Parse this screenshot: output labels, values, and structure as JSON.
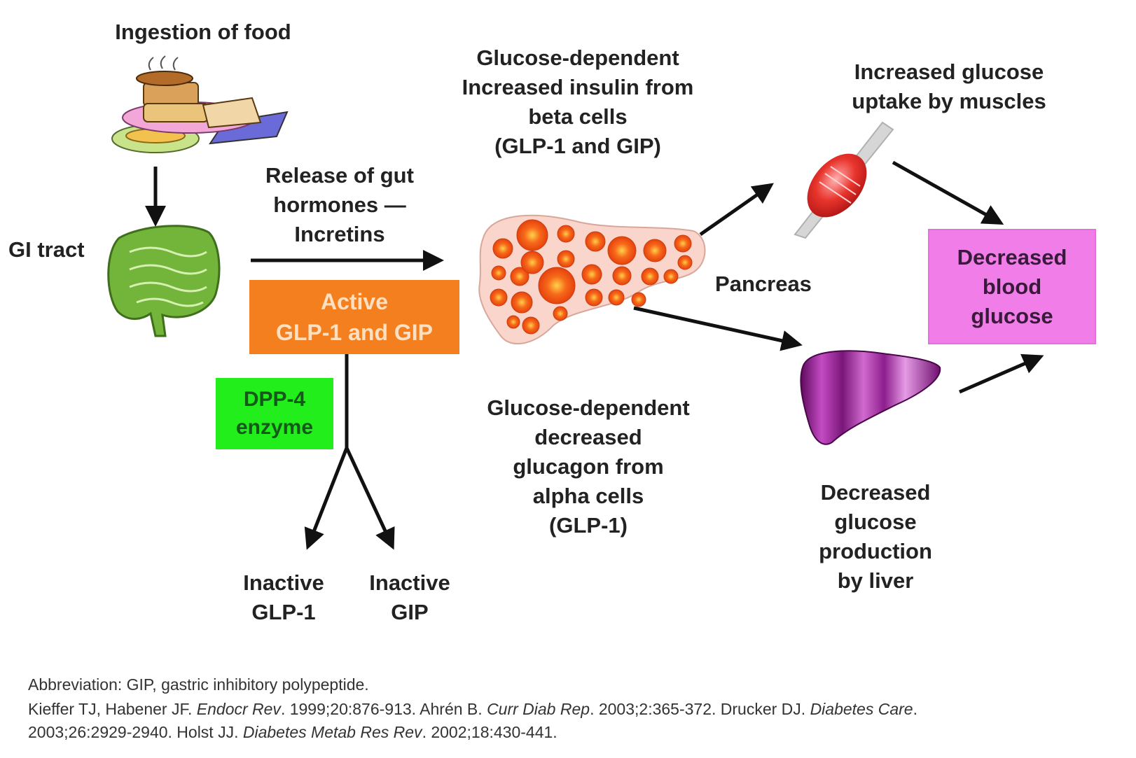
{
  "labels": {
    "ingestion": "Ingestion of food",
    "gi_tract": "GI tract",
    "release": "Release of gut\nhormones —\nIncretins",
    "insulin": "Glucose-dependent\nIncreased insulin from\nbeta cells\n(GLP-1 and GIP)",
    "muscle": "Increased glucose\nuptake by muscles",
    "pancreas": "Pancreas",
    "glucagon": "Glucose-dependent\ndecreased\nglucagon from\nalpha cells\n(GLP-1)",
    "liver": "Decreased\nglucose\nproduction\nby liver",
    "inactive_glp1": "Inactive\nGLP-1",
    "inactive_gip": "Inactive\nGIP"
  },
  "boxes": {
    "active": "Active\nGLP-1 and GIP",
    "dpp4": "DPP-4\nenzyme",
    "decreased_glucose": "Decreased\nblood\nglucose"
  },
  "footer": {
    "abbreviation": "Abbreviation: GIP, gastric inhibitory polypeptide.",
    "ref_line1": [
      {
        "text": "Kieffer TJ, Habener JF. ",
        "italic": false
      },
      {
        "text": "Endocr Rev",
        "italic": true
      },
      {
        "text": ". 1999;20:876-913. Ahrén B. ",
        "italic": false
      },
      {
        "text": "Curr Diab Rep",
        "italic": true
      },
      {
        "text": ". 2003;2:365-372. Drucker DJ. ",
        "italic": false
      },
      {
        "text": "Diabetes Care",
        "italic": true
      },
      {
        "text": ".",
        "italic": false
      }
    ],
    "ref_line2": [
      {
        "text": "2003;26:2929-2940. Holst JJ. ",
        "italic": false
      },
      {
        "text": "Diabetes Metab Res Rev",
        "italic": true
      },
      {
        "text": ". 2002;18:430-441.",
        "italic": false
      }
    ]
  },
  "colors": {
    "active_box": "#f47f1f",
    "dpp4_box": "#22ee1c",
    "glucose_box": "#f07de8",
    "arrow": "#111111"
  },
  "icons": {
    "food": "food-plate-icon",
    "intestine": "intestine-icon",
    "pancreas": "pancreas-icon",
    "muscle": "muscle-icon",
    "liver": "liver-icon"
  }
}
